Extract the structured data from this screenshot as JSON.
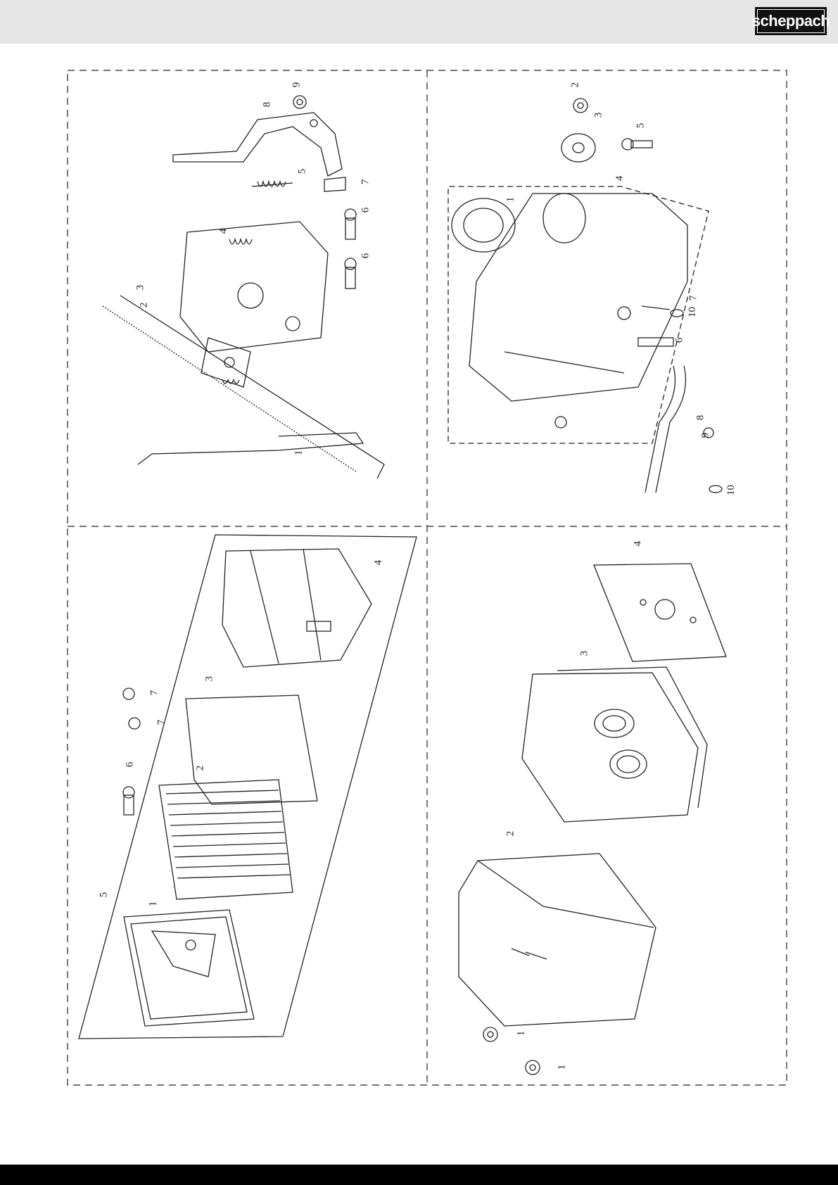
{
  "header": {
    "brand": "scheppach"
  },
  "panels": {
    "governor": {
      "callouts": [
        "9",
        "8",
        "5",
        "7",
        "6",
        "6",
        "4",
        "3",
        "2",
        "1"
      ]
    },
    "fuel_tank": {
      "callouts": [
        "2",
        "3",
        "5",
        "4",
        "1",
        "7",
        "10",
        "6",
        "8",
        "9",
        "10"
      ]
    },
    "air_filter": {
      "callouts": [
        "4",
        "7",
        "7",
        "6",
        "3",
        "2",
        "5",
        "1"
      ]
    },
    "muffler": {
      "callouts": [
        "4",
        "3",
        "2",
        "1",
        "1"
      ]
    }
  }
}
